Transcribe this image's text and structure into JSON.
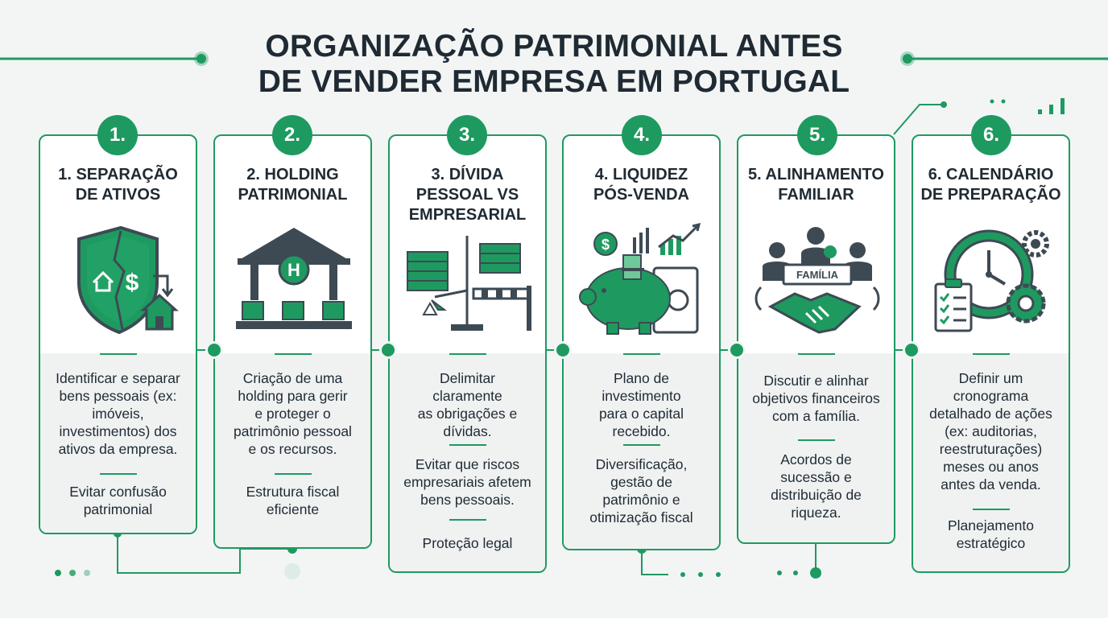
{
  "title": {
    "line1": "ORGANIZAÇÃO PATRIMONIAL ANTES",
    "line2": "DE VENDER EMPRESA EM PORTUGAL"
  },
  "colors": {
    "accent": "#1e9a60",
    "dark": "#3d4a54",
    "text": "#1f2a33"
  },
  "steps": [
    {
      "number": "1.",
      "title": [
        "1. SEPARAÇÃO",
        "DE ATIVOS"
      ],
      "icon": "shield-house-money-icon",
      "body": [
        "Identificar e separar",
        "bens pessoais (ex:",
        "imóveis,",
        "investimentos) dos",
        "ativos da empresa."
      ],
      "extra": [
        "Evitar confusão",
        "patrimonial"
      ],
      "extra2": []
    },
    {
      "number": "2.",
      "title": [
        "2. HOLDING",
        "PATRIMONIAL"
      ],
      "icon": "holding-building-icon",
      "icon_letter": "H",
      "body": [
        "Criação de uma",
        "holding para gerir",
        "e proteger o",
        "patrimônio pessoal",
        "e os recursos."
      ],
      "extra": [
        "Estrutura fiscal",
        "eficiente"
      ],
      "extra2": []
    },
    {
      "number": "3.",
      "title": [
        "3. DÍVIDA",
        "PESSOAL VS",
        "EMPRESARIAL"
      ],
      "icon": "cash-scale-barrier-icon",
      "body": [
        "Delimitar",
        "claramente",
        "as obrigações e",
        "dívidas."
      ],
      "extra": [
        "Evitar que riscos",
        "empresariais afetem",
        "bens pessoais."
      ],
      "extra2": [
        "Proteção legal"
      ]
    },
    {
      "number": "4.",
      "title": [
        "4. LIQUIDEZ",
        "PÓS-VENDA"
      ],
      "icon": "piggy-bank-safe-icon",
      "body": [
        "Plano de",
        "investimento",
        "para o capital",
        "recebido."
      ],
      "extra": [
        "Diversificação,",
        "gestão de",
        "patrimônio e",
        "otimização fiscal"
      ],
      "extra2": []
    },
    {
      "number": "5.",
      "title": [
        "5. ALINHAMENTO",
        "FAMILIAR"
      ],
      "icon": "family-handshake-icon",
      "icon_label": "FAMÍLIA",
      "body": [
        "Discutir e alinhar",
        "objetivos financeiros",
        "com a família."
      ],
      "extra": [
        "Acordos de",
        "sucessão e",
        "distribuição de",
        "riqueza."
      ],
      "extra2": []
    },
    {
      "number": "6.",
      "title": [
        "6. CALENDÁRIO",
        "DE PREPARAÇÃO"
      ],
      "icon": "clock-checklist-gears-icon",
      "body": [
        "Definir um",
        "cronograma",
        "detalhado de ações",
        "(ex: auditorias,",
        "reestruturações)",
        "meses ou anos",
        "antes da venda."
      ],
      "extra": [
        "Planejamento",
        "estratégico"
      ],
      "extra2": []
    }
  ]
}
